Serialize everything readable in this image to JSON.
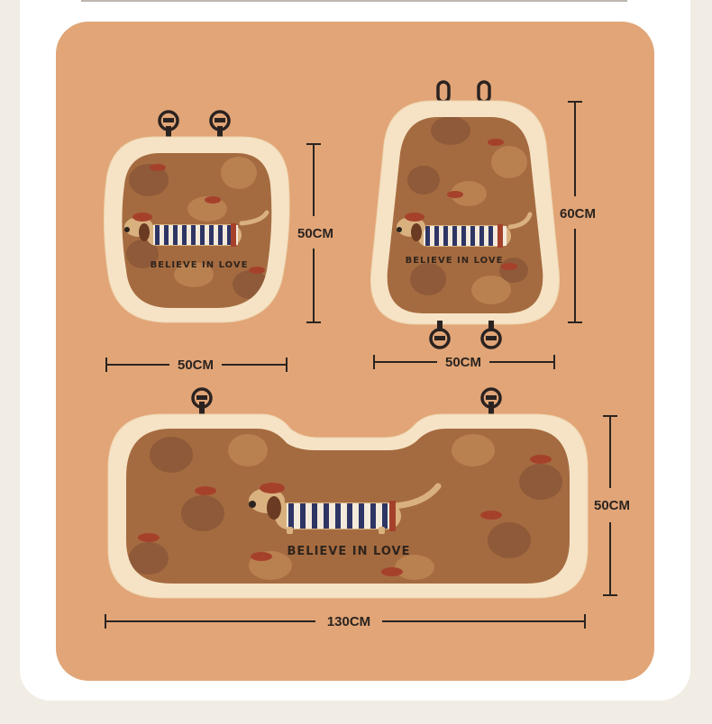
{
  "colors": {
    "page_bg": "#f2ede4",
    "card_bg": "#ffffff",
    "panel_bg": "#e1a577",
    "cushion_fill": "#a56b40",
    "cushion_border": "#f6e3c5",
    "blob_dark": "#8e5a39",
    "blob_light": "#b98050",
    "dog_body": "#d9b17f",
    "stripe_navy": "#2e3564",
    "beret_red": "#a5412b",
    "line": "#2b2420"
  },
  "products": {
    "headrest": {
      "width_label": "50CM",
      "height_label": "50CM",
      "slogan": "BELIEVE IN LOVE"
    },
    "backrest": {
      "width_label": "50CM",
      "height_label": "60CM",
      "slogan": "BELIEVE IN LOVE"
    },
    "rear_bench": {
      "width_label": "130CM",
      "height_label": "50CM",
      "slogan": "BELIEVE IN LOVE"
    }
  },
  "icons": {
    "strap": "strap-buckle-icon",
    "loop": "elastic-loop-icon",
    "dog": "dachshund-illustration-icon"
  }
}
